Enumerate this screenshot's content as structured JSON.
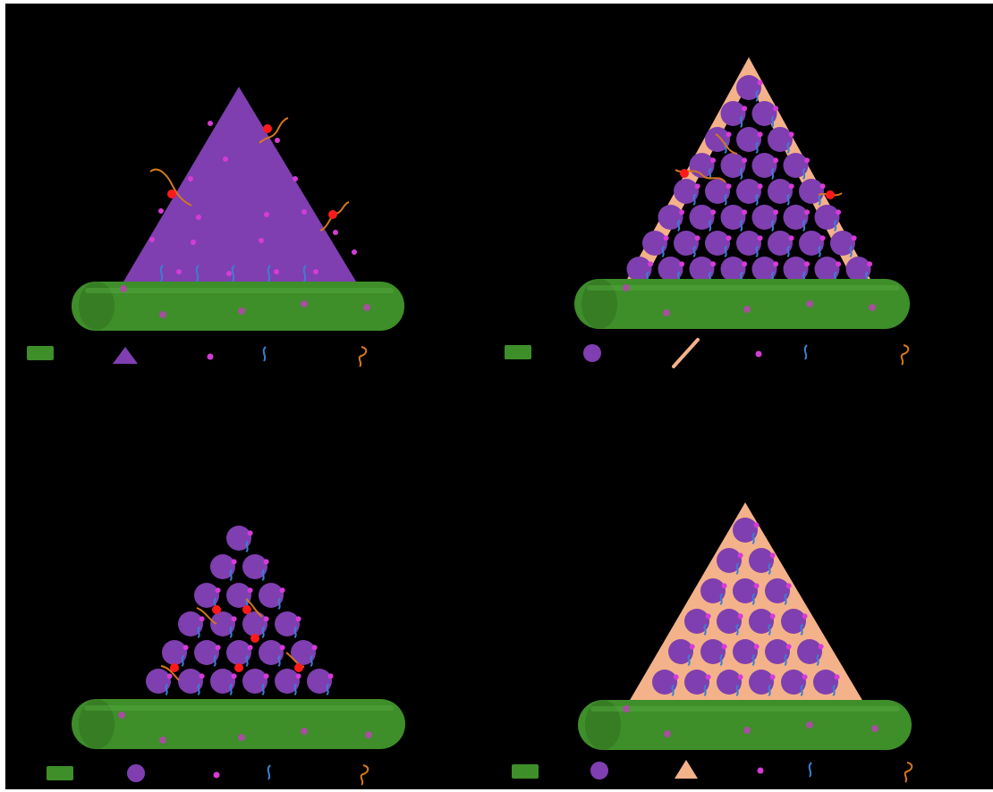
{
  "colors": {
    "background": "#000000",
    "fiber": "#3e8e2a",
    "fiber_dark": "#2f6f1f",
    "particle": "#7f3fb0",
    "particle_dark": "#5e2b8a",
    "ion_dot": "#d63bd6",
    "binder_chain": "#3a7fd0",
    "polymer_chain": "#d2781e",
    "crosslink": "#ff1a1a",
    "coating": "#f4b28a"
  },
  "panels": [
    {
      "id": "top-left",
      "structure": "solid-triangle",
      "legend": [
        "fiber-icon",
        "triangle-particle-icon",
        "ion-dot-icon",
        "binder-chain-icon",
        "polymer-chain-icon"
      ]
    },
    {
      "id": "top-right",
      "structure": "stacked-spheres-in-shell",
      "legend": [
        "fiber-icon",
        "sphere-particle-icon",
        "shell-layer-icon",
        "ion-dot-icon",
        "binder-chain-icon",
        "polymer-chain-icon"
      ]
    },
    {
      "id": "bottom-left",
      "structure": "stacked-spheres",
      "legend": [
        "fiber-icon",
        "sphere-particle-icon",
        "ion-dot-icon",
        "binder-chain-icon",
        "polymer-chain-icon"
      ]
    },
    {
      "id": "bottom-right",
      "structure": "spheres-in-filled-matrix",
      "legend": [
        "fiber-icon",
        "sphere-particle-icon",
        "matrix-triangle-icon",
        "ion-dot-icon",
        "binder-chain-icon",
        "polymer-chain-icon"
      ]
    }
  ]
}
